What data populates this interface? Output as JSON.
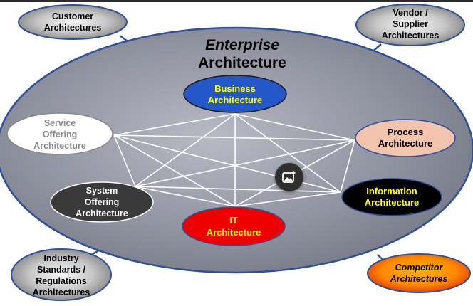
{
  "enterprise": {
    "line1": "Enterprise",
    "line2": "Architecture"
  },
  "nodes": {
    "business": {
      "lines": [
        "Business",
        "Architecture"
      ],
      "fill": "#2457c7",
      "text": "#ffff00"
    },
    "process": {
      "lines": [
        "Process",
        "Architecture"
      ],
      "fill": "#f2c3ad",
      "text": "#000000"
    },
    "information": {
      "lines": [
        "Information",
        "Architecture"
      ],
      "fill": "#000000",
      "text": "#ffff00"
    },
    "it": {
      "lines": [
        "IT",
        "Architecture"
      ],
      "fill": "#ee0000",
      "text": "#ffff00"
    },
    "system": {
      "lines": [
        "System",
        "Offering",
        "Architecture"
      ],
      "fill": "#3a3a3a",
      "text": "#ffffff"
    },
    "service": {
      "lines": [
        "Service",
        "Offering",
        "Architecture"
      ],
      "fill": "#ffffff",
      "text": "#8a8a8a"
    }
  },
  "outer": {
    "customer": {
      "lines": [
        "Customer",
        "Architectures"
      ]
    },
    "vendor": {
      "lines": [
        "Vendor /",
        "Supplier",
        "Architectures"
      ]
    },
    "industry": {
      "lines": [
        "Industry",
        "Standards /",
        "Regulations",
        "Architectures"
      ]
    },
    "competitor": {
      "lines": [
        "Competitor",
        "Architectures"
      ]
    }
  },
  "colors": {
    "enterprise_border": "#2e4f9a",
    "connector_lines": "#ffffff",
    "competitor_fill": "#ff8a00"
  },
  "overlay_icon": "image-sparkle-icon"
}
